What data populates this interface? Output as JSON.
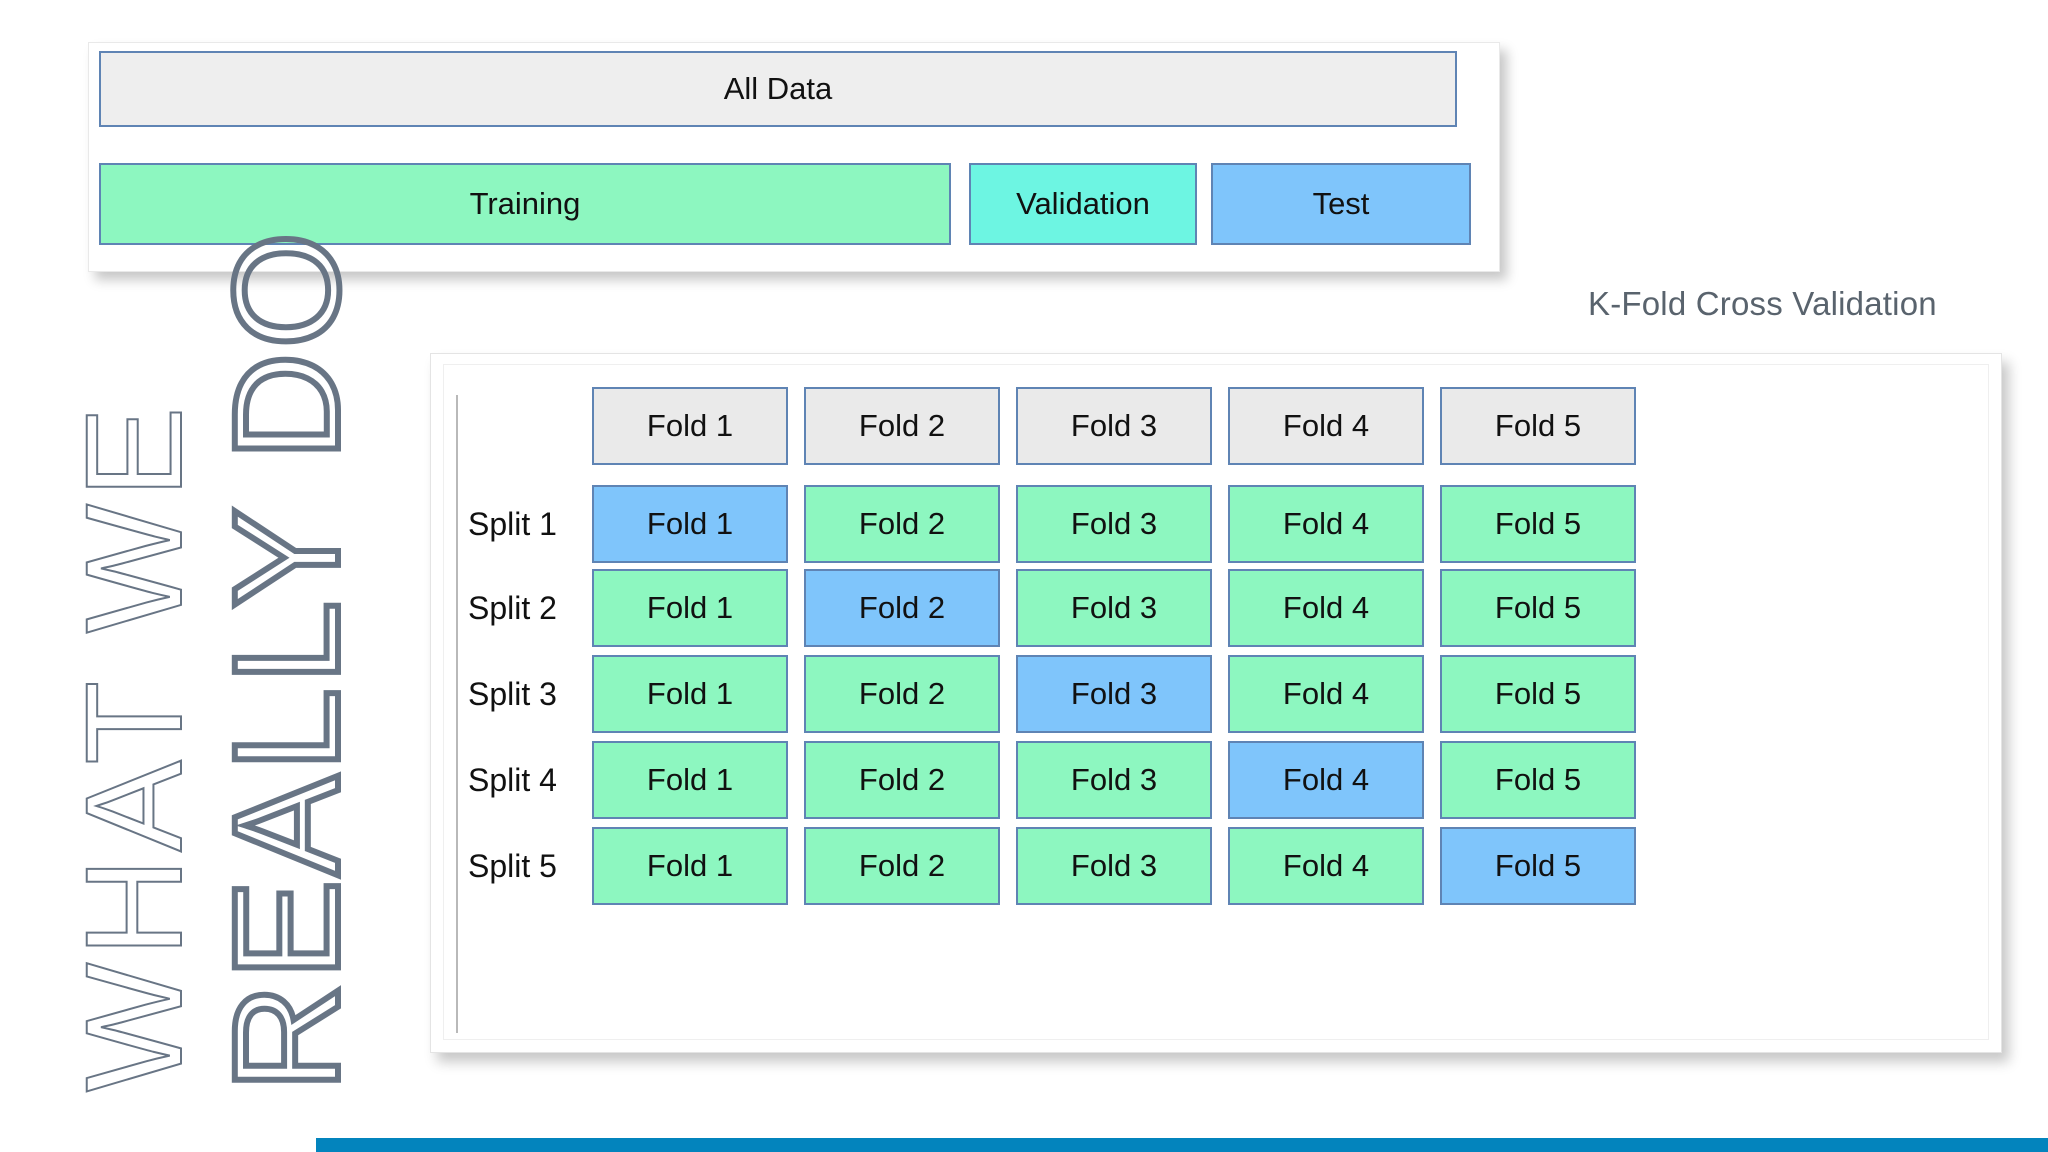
{
  "top_panel": {
    "all_data_label": "All Data",
    "segments": [
      {
        "label": "Training",
        "kind": "training",
        "color": "#8df7c0"
      },
      {
        "label": "Validation",
        "kind": "validation",
        "color": "#6df5e2"
      },
      {
        "label": "Test",
        "kind": "test",
        "color": "#7fc5fb"
      }
    ]
  },
  "kfold": {
    "title": "K-Fold Cross Validation",
    "header": {
      "folds": [
        "Fold 1",
        "Fold 2",
        "Fold 3",
        "Fold 4",
        "Fold 5"
      ]
    },
    "rows": [
      {
        "label": "Split 1",
        "cells": [
          {
            "label": "Fold 1",
            "role": "test"
          },
          {
            "label": "Fold 2",
            "role": "train"
          },
          {
            "label": "Fold 3",
            "role": "train"
          },
          {
            "label": "Fold 4",
            "role": "train"
          },
          {
            "label": "Fold 5",
            "role": "train"
          }
        ]
      },
      {
        "label": "Split 2",
        "cells": [
          {
            "label": "Fold 1",
            "role": "train"
          },
          {
            "label": "Fold 2",
            "role": "test"
          },
          {
            "label": "Fold 3",
            "role": "train"
          },
          {
            "label": "Fold 4",
            "role": "train"
          },
          {
            "label": "Fold 5",
            "role": "train"
          }
        ]
      },
      {
        "label": "Split 3",
        "cells": [
          {
            "label": "Fold 1",
            "role": "train"
          },
          {
            "label": "Fold 2",
            "role": "train"
          },
          {
            "label": "Fold 3",
            "role": "test"
          },
          {
            "label": "Fold 4",
            "role": "train"
          },
          {
            "label": "Fold 5",
            "role": "train"
          }
        ]
      },
      {
        "label": "Split 4",
        "cells": [
          {
            "label": "Fold 1",
            "role": "train"
          },
          {
            "label": "Fold 2",
            "role": "train"
          },
          {
            "label": "Fold 3",
            "role": "train"
          },
          {
            "label": "Fold 4",
            "role": "test"
          },
          {
            "label": "Fold 5",
            "role": "train"
          }
        ]
      },
      {
        "label": "Split 5",
        "cells": [
          {
            "label": "Fold 1",
            "role": "train"
          },
          {
            "label": "Fold 2",
            "role": "train"
          },
          {
            "label": "Fold 3",
            "role": "train"
          },
          {
            "label": "Fold 4",
            "role": "train"
          },
          {
            "label": "Fold 5",
            "role": "test"
          }
        ]
      }
    ]
  },
  "vertical_title": {
    "line_thin": "WHAT WE",
    "line_bold": "REALLY DO"
  },
  "colors": {
    "train_green": "#8df7c0",
    "test_blue": "#7fc5fb",
    "validation_cyan": "#6df5e2",
    "header_grey": "#eaeaea",
    "box_border": "#5f84b4",
    "title_grey": "#59636d",
    "outline_slate": "#687585",
    "accent_bar": "#0384bd"
  }
}
